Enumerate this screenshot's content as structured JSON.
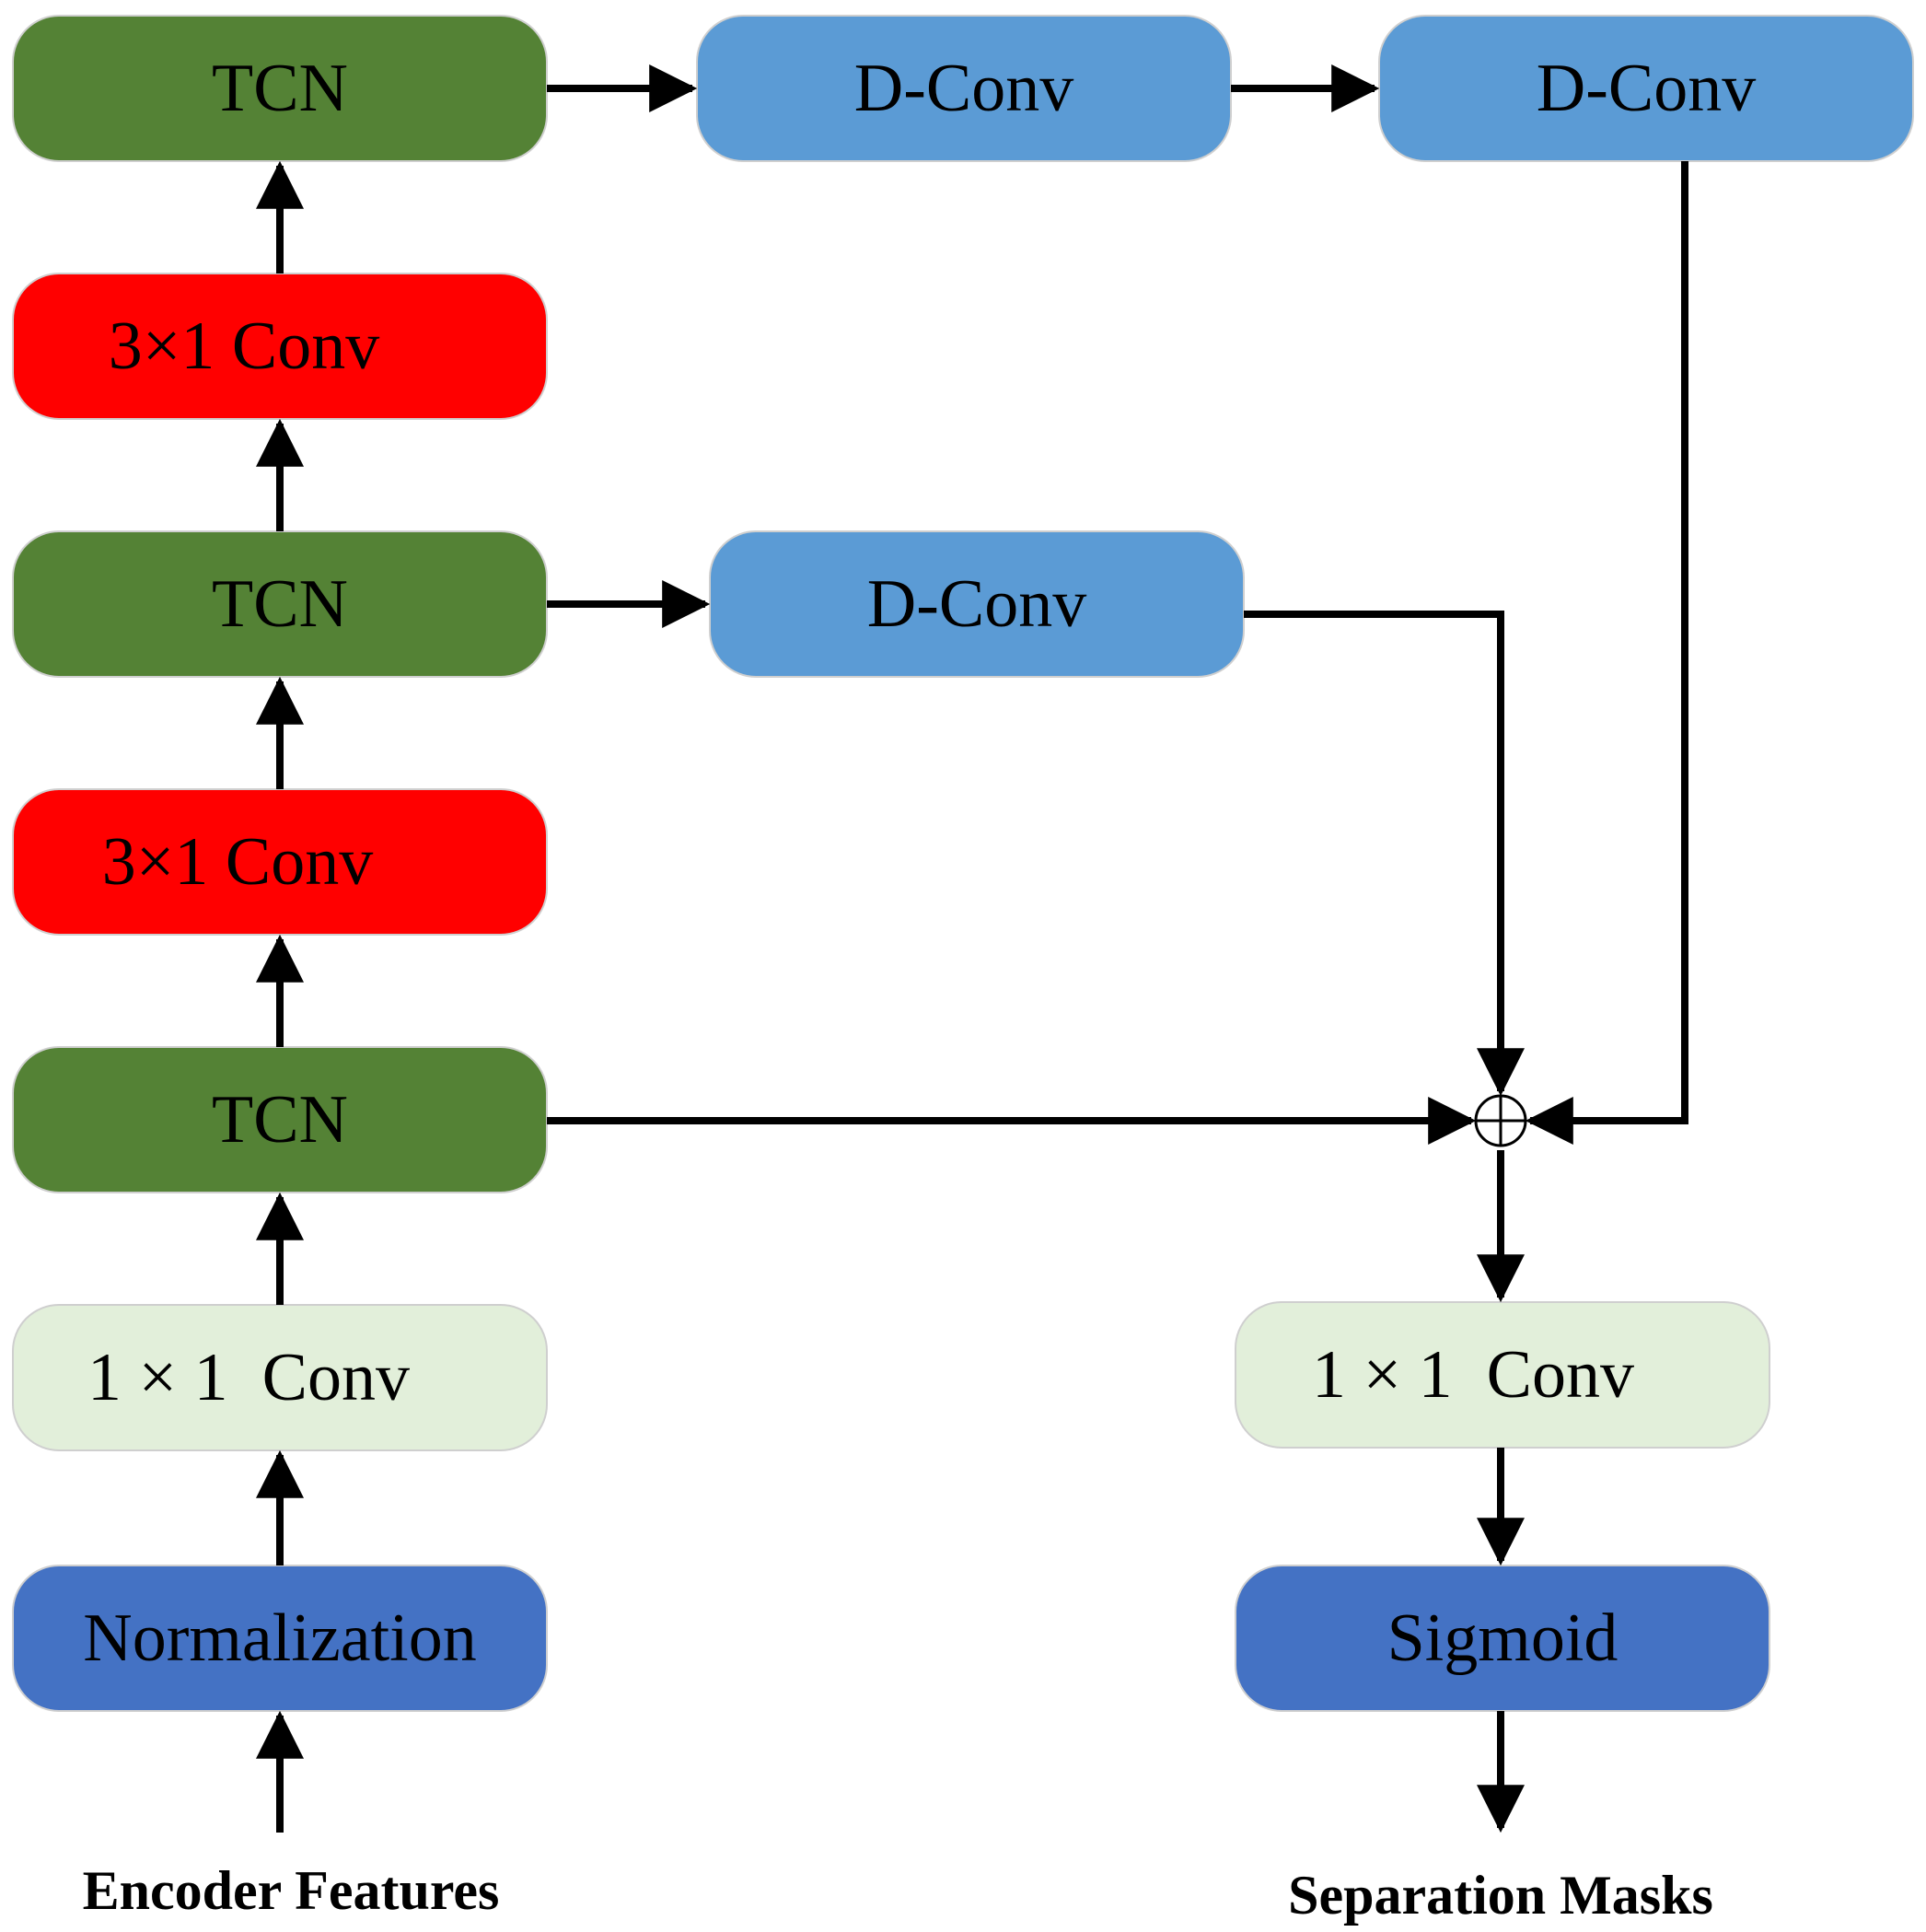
{
  "colors": {
    "tcn": "#548235",
    "conv3x1": "#ff0000",
    "dconv": "#5b9bd5",
    "conv1x1": "#e2efda",
    "norm": "#4472c4",
    "sigmoid": "#4472c4",
    "line": "#000000",
    "box_border": "#cfcfcf"
  },
  "left_column": {
    "tcn_top": "TCN",
    "conv3x1_upper": "3×1 Conv",
    "tcn_middle": "TCN",
    "conv3x1_lower": "3×1 Conv",
    "tcn_bottom": "TCN",
    "conv1x1": "1 × 1  Conv",
    "normalization": "Normalization"
  },
  "top_row": {
    "dconv_1": "D-Conv",
    "dconv_2": "D-Conv"
  },
  "middle_row": {
    "dconv": "D-Conv"
  },
  "right_column": {
    "sum_symbol": "⊕",
    "conv1x1": "1 × 1  Conv",
    "sigmoid": "Sigmoid"
  },
  "io": {
    "input_label": "Encoder Features",
    "output_label": "Separation Masks"
  }
}
